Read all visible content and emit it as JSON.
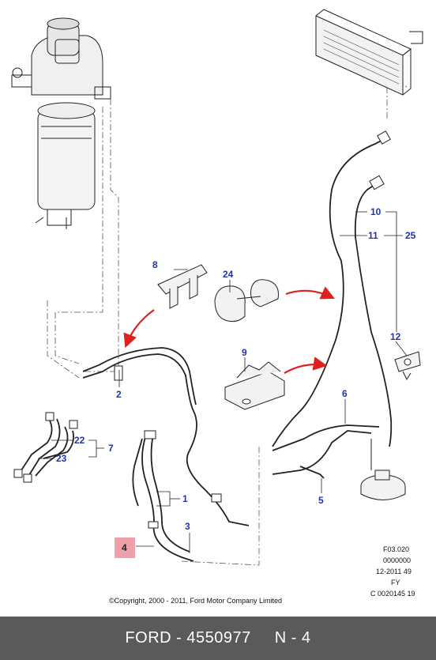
{
  "callouts": [
    {
      "id": "c1",
      "label": "1"
    },
    {
      "id": "c2",
      "label": "2"
    },
    {
      "id": "c3",
      "label": "3"
    },
    {
      "id": "c4",
      "label": "4"
    },
    {
      "id": "c5",
      "label": "5"
    },
    {
      "id": "c6",
      "label": "6"
    },
    {
      "id": "c7",
      "label": "7"
    },
    {
      "id": "c8",
      "label": "8"
    },
    {
      "id": "c9",
      "label": "9"
    },
    {
      "id": "c10",
      "label": "10"
    },
    {
      "id": "c11",
      "label": "11"
    },
    {
      "id": "c12",
      "label": "12"
    },
    {
      "id": "c22",
      "label": "22"
    },
    {
      "id": "c23",
      "label": "23"
    },
    {
      "id": "c24",
      "label": "24"
    },
    {
      "id": "c25",
      "label": "25"
    }
  ],
  "reference": {
    "line1": "F03.020",
    "line2": "0000000",
    "line3": "12-2011 49",
    "line4": "FY",
    "line5": "C 0020145 19"
  },
  "copyright": "©Copyright, 2000 - 2011, Ford Motor Company Limited",
  "footer": {
    "part": "FORD - 4550977",
    "position": "N - 4"
  },
  "colors": {
    "callout": "#2233aa",
    "highlight": "#f0a0a8",
    "arrow": "#e02020",
    "footer_bg": "#5a5a5a"
  }
}
